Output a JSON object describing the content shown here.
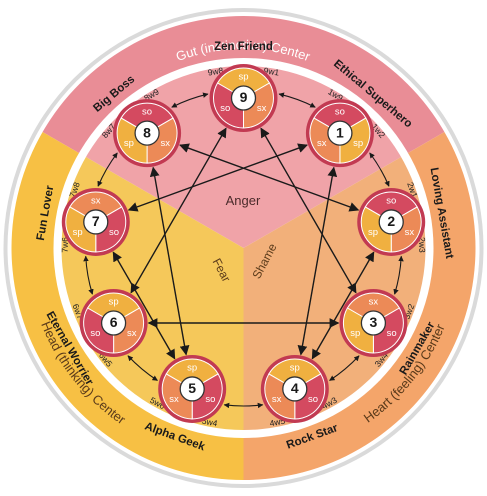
{
  "centers": {
    "gut": "Gut (instinctive) Center",
    "head": "Head (thinking) Center",
    "heart": "Heart (feeling) Center"
  },
  "emotions": {
    "anger": "Anger",
    "fear": "Fear",
    "shame": "Shame"
  },
  "types": [
    {
      "number": "1",
      "name": "Ethical Superhero",
      "segments": [
        "so",
        "sp",
        "sx"
      ]
    },
    {
      "number": "2",
      "name": "Loving Assistant",
      "segments": [
        "so",
        "sx",
        "sp"
      ]
    },
    {
      "number": "3",
      "name": "Rainmaker",
      "segments": [
        "sx",
        "so",
        "sp"
      ]
    },
    {
      "number": "4",
      "name": "Rock Star",
      "segments": [
        "sp",
        "so",
        "sx"
      ]
    },
    {
      "number": "5",
      "name": "Alpha Geek",
      "segments": [
        "sp",
        "so",
        "sx"
      ]
    },
    {
      "number": "6",
      "name": "Eternal Worrier",
      "segments": [
        "sp",
        "sx",
        "so"
      ]
    },
    {
      "number": "7",
      "name": "Fun Lover",
      "segments": [
        "sx",
        "so",
        "sp"
      ]
    },
    {
      "number": "8",
      "name": "Big Boss",
      "segments": [
        "so",
        "sx",
        "sp"
      ]
    },
    {
      "number": "9",
      "name": "Zen Friend",
      "segments": [
        "sp",
        "sx",
        "so"
      ]
    }
  ],
  "wings": [
    "9w1",
    "1w9",
    "1w2",
    "2w1",
    "2w3",
    "3w2",
    "3w4",
    "4w3",
    "4w5",
    "5w4",
    "5w6",
    "6w5",
    "6w7",
    "7w6",
    "7w8",
    "8w7",
    "8w9",
    "9w8"
  ],
  "colors": {
    "gut": "#e98d96",
    "heart": "#f4a56a",
    "head": "#f7c044",
    "node_ring": "#c23a52",
    "segment_so": "#d44a60",
    "segment_sx": "#ec8a57",
    "segment_sp": "#f0b040",
    "arrow": "#1a1a1a",
    "wing_arrow_accent": "#c0352c"
  }
}
